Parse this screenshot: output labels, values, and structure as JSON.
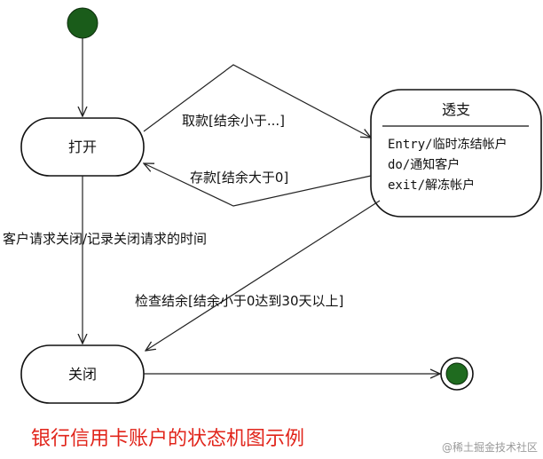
{
  "states": {
    "open": "打开",
    "closed": "关闭",
    "overdraft": {
      "name": "透支",
      "actions": [
        "Entry/临时冻结帐户",
        "do/通知客户",
        "exit/解冻帐户"
      ]
    }
  },
  "transitions": {
    "withdraw": "取款[结余小于...]",
    "deposit": "存款[结余大于0]",
    "close_request": "客户请求关闭/记录关闭请求的时间",
    "check_balance": "检查结余[结余小于0达到30天以上]"
  },
  "caption": "银行信用卡账户的状态机图示例",
  "watermark": "@稀土掘金技术社区",
  "colors": {
    "initial": "#1a5c1a",
    "final": "#1f6b1f",
    "caption": "#e1251b"
  }
}
